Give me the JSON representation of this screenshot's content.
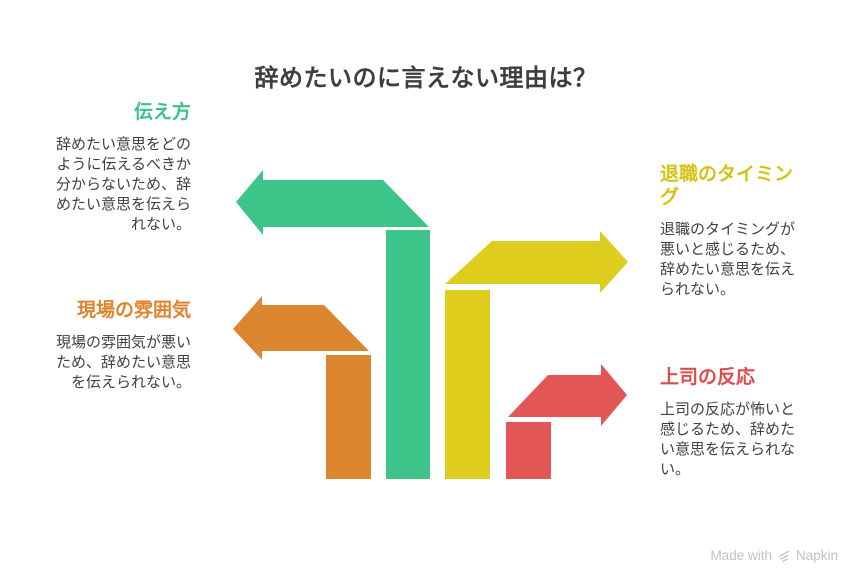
{
  "title": "辞めたいのに言えない理由は？",
  "items": [
    {
      "label": "伝え方",
      "description": "辞めたい意思をどのように伝えるべきか分からないため、辞めたい意思を伝えられない。",
      "color": "#3DC489",
      "heading_color": "#3BC287",
      "side": "left"
    },
    {
      "label": "現場の雰囲気",
      "description": "現場の雰囲気が悪いため、辞めたい意思を伝えられない。",
      "color": "#DD8630",
      "heading_color": "#DD852E",
      "side": "left"
    },
    {
      "label": "退職のタイミング",
      "description": "退職のタイミングが悪いと感じるため、辞めたい意思を伝えられない。",
      "color": "#DECD1C",
      "heading_color": "#D4C213",
      "side": "right"
    },
    {
      "label": "上司の反応",
      "description": "上司の反応が怖いと感じるため、辞めたい意思を伝えられない。",
      "color": "#E25755",
      "heading_color": "#E04B4B",
      "side": "right"
    }
  ],
  "watermark": {
    "prefix": "Made with",
    "brand": "Napkin"
  },
  "colors": {
    "background": "#FFFFFF",
    "title_text": "#3E3E3E",
    "body_text": "#404040",
    "watermark_text": "#C2C2C6"
  }
}
